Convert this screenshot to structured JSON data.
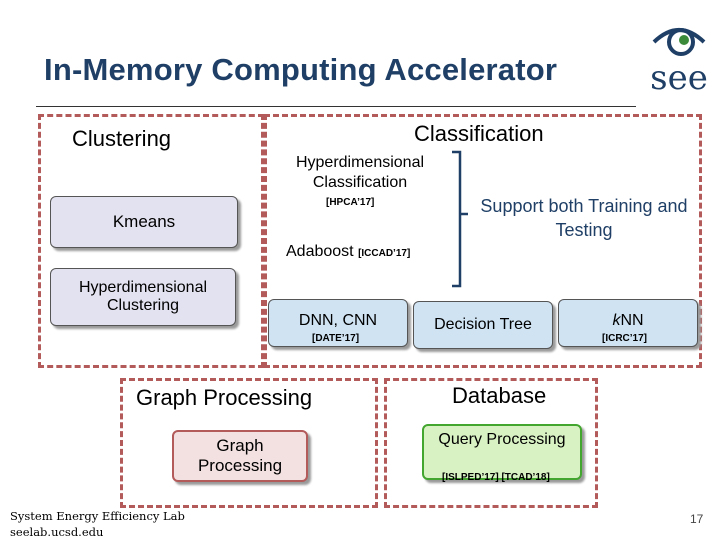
{
  "title": "In-Memory Computing Accelerator",
  "logo": {
    "text": "see"
  },
  "clustering": {
    "title": "Clustering",
    "kmeans": "Kmeans",
    "hd_clustering": "Hyperdimensional Clustering"
  },
  "classification": {
    "title": "Classification",
    "hd_classification": "Hyperdimensional Classification",
    "hd_cite": "[HPCA’17]",
    "adaboost": "Adaboost",
    "adaboost_cite": "[ICCAD’17]",
    "support_note": "Support both Training and Testing",
    "dnn": "DNN, CNN",
    "dnn_cite": "[DATE’17]",
    "decision_tree": "Decision Tree",
    "knn_k": "k",
    "knn_rest": "NN",
    "knn_cite": "[ICRC’17]"
  },
  "graph": {
    "title": "Graph Processing",
    "box": "Graph Processing"
  },
  "database": {
    "title": "Database",
    "box": "Query Processing",
    "cite": "[ISLPED’17] [TCAD’18]"
  },
  "footer": {
    "line1": "System Energy Efficiency Lab",
    "line2": "seelab.ucsd.edu"
  },
  "page_number": "17"
}
